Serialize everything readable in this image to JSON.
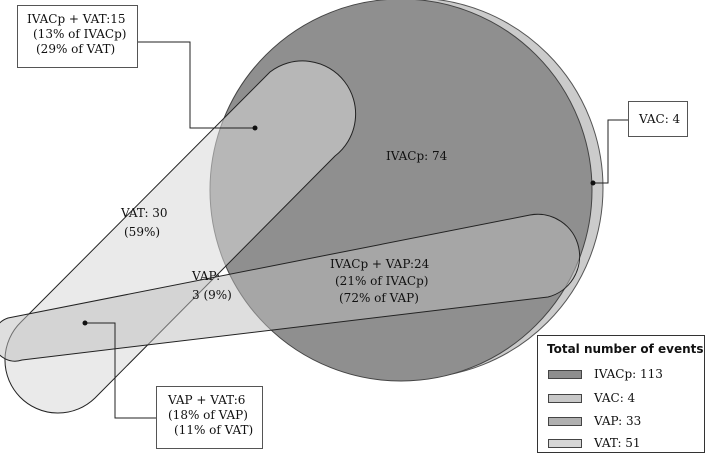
{
  "callouts": {
    "ivacp_vat": [
      "IVACp + VAT:15",
      "(13% of IVACp)",
      "(29% of VAT)"
    ],
    "vap_vat": [
      "VAP + VAT:6",
      "(18% of  VAP)",
      "(11% of VAT)"
    ],
    "vac": "VAC: 4"
  },
  "regions": {
    "ivacp": "IVACp: 74",
    "vat": [
      "VAT: 30",
      "(59%)"
    ],
    "vap": [
      "VAP:",
      "3 (9%)"
    ],
    "ivacp_vap": [
      "IVACp + VAP:24",
      "(21% of IVACp)",
      "(72% of  VAP)"
    ]
  },
  "legend": {
    "title": "Total number of events",
    "items": [
      {
        "label": "IVACp: 113",
        "color": "#8e8e8e"
      },
      {
        "label": "VAC: 4",
        "color": "#c8c8c8"
      },
      {
        "label": "VAP: 33",
        "color": "#b0b0b0"
      },
      {
        "label": "VAT: 51",
        "color": "#d6d6d6"
      }
    ]
  }
}
